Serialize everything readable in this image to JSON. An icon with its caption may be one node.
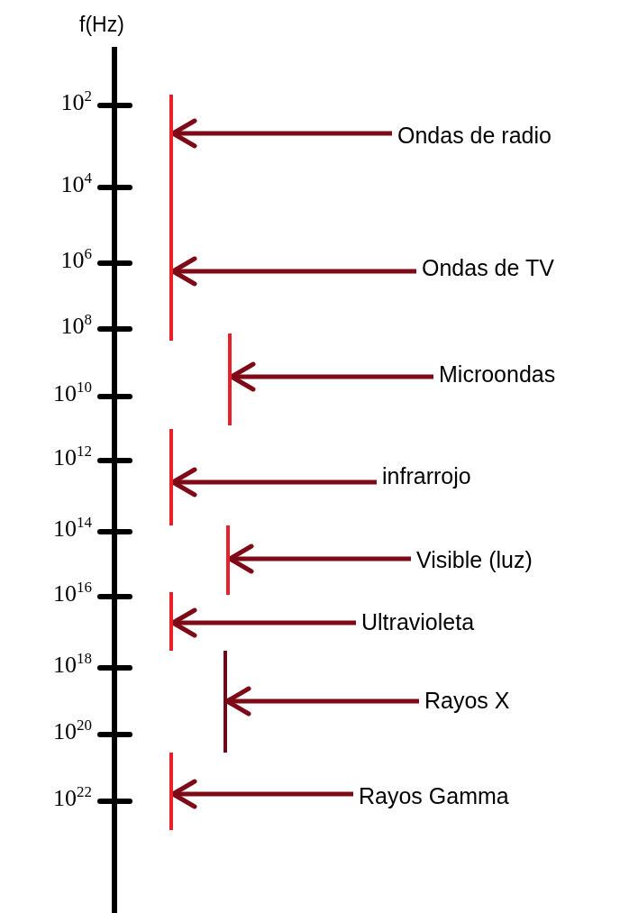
{
  "diagram": {
    "nodes": [
      {
        "text": [],
        "shape": "bar"
      },
      {
        "text": [
          "Ondas de radio"
        ]
      },
      {
        "text": [
          "Ondas de TV"
        ]
      },
      {
        "text": [],
        "shape": "bar"
      },
      {
        "text": [
          "Microondas"
        ]
      },
      {
        "text": [],
        "shape": "bar"
      },
      {
        "text": [
          "infrarrojo"
        ]
      },
      {
        "text": [],
        "shape": "bar"
      },
      {
        "text": [
          "Visible (luz)"
        ]
      },
      {
        "text": [],
        "shape": "bar"
      },
      {
        "text": [
          "Ultravioleta"
        ]
      },
      {
        "text": [],
        "shape": "bar"
      },
      {
        "text": [
          "Rayos X"
        ]
      },
      {
        "text": [],
        "shape": "bar"
      },
      {
        "text": [
          "Rayos Gamma"
        ]
      }
    ],
    "edges": [
      {
        "from": 1,
        "to": 0,
        "arrow": "to"
      },
      {
        "from": 2,
        "to": 0,
        "arrow": "to"
      },
      {
        "from": 4,
        "to": 3,
        "arrow": "to"
      },
      {
        "from": 6,
        "to": 5,
        "arrow": "to"
      },
      {
        "from": 8,
        "to": 7,
        "arrow": "to"
      },
      {
        "from": 10,
        "to": 9,
        "arrow": "to"
      },
      {
        "from": 12,
        "to": 11,
        "arrow": "to"
      },
      {
        "from": 14,
        "to": 13,
        "arrow": "to"
      }
    ],
    "labels": [
      "f(Hz)",
      "10$^{2}$",
      "10$^{4}$",
      "10$^{6}$",
      "10$^{8}$",
      "10$^{10}$",
      "10$^{12}$",
      "10$^{14}$",
      "10$^{16}$",
      "10$^{18}$",
      "10$^{20}$",
      "10$^{22}$"
    ]
  }
}
